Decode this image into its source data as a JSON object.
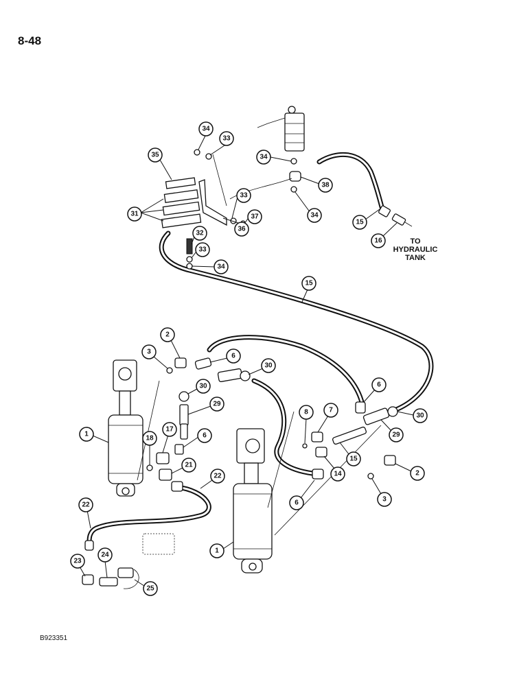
{
  "page_number": "8-48",
  "reference_code": "B923351",
  "destination_label": [
    "TO",
    "HYDRAULIC",
    "TANK"
  ],
  "callouts": [
    {
      "id": "c34a",
      "label": "34"
    },
    {
      "id": "c33a",
      "label": "33"
    },
    {
      "id": "c35",
      "label": "35"
    },
    {
      "id": "c34b",
      "label": "34"
    },
    {
      "id": "c38",
      "label": "38"
    },
    {
      "id": "c31",
      "label": "31"
    },
    {
      "id": "c33b",
      "label": "33"
    },
    {
      "id": "c37",
      "label": "37"
    },
    {
      "id": "c34c",
      "label": "34"
    },
    {
      "id": "c36",
      "label": "36"
    },
    {
      "id": "c15a",
      "label": "15"
    },
    {
      "id": "c16",
      "label": "16"
    },
    {
      "id": "c32",
      "label": "32"
    },
    {
      "id": "c33c",
      "label": "33"
    },
    {
      "id": "c34d",
      "label": "34"
    },
    {
      "id": "c15b",
      "label": "15"
    },
    {
      "id": "c2a",
      "label": "2"
    },
    {
      "id": "c3a",
      "label": "3"
    },
    {
      "id": "c6a",
      "label": "6"
    },
    {
      "id": "c30a",
      "label": "30"
    },
    {
      "id": "c30b",
      "label": "30"
    },
    {
      "id": "c29a",
      "label": "29"
    },
    {
      "id": "c6b",
      "label": "6"
    },
    {
      "id": "c8",
      "label": "8"
    },
    {
      "id": "c7",
      "label": "7"
    },
    {
      "id": "c30c",
      "label": "30"
    },
    {
      "id": "c29b",
      "label": "29"
    },
    {
      "id": "c1a",
      "label": "1"
    },
    {
      "id": "c18",
      "label": "18"
    },
    {
      "id": "c17",
      "label": "17"
    },
    {
      "id": "c6c",
      "label": "6"
    },
    {
      "id": "c15c",
      "label": "15"
    },
    {
      "id": "c14",
      "label": "14"
    },
    {
      "id": "c2b",
      "label": "2"
    },
    {
      "id": "c21",
      "label": "21"
    },
    {
      "id": "c22a",
      "label": "22"
    },
    {
      "id": "c6d",
      "label": "6"
    },
    {
      "id": "c3b",
      "label": "3"
    },
    {
      "id": "c22b",
      "label": "22"
    },
    {
      "id": "c1b",
      "label": "1"
    },
    {
      "id": "c23",
      "label": "23"
    },
    {
      "id": "c24",
      "label": "24"
    },
    {
      "id": "c25",
      "label": "25"
    }
  ]
}
